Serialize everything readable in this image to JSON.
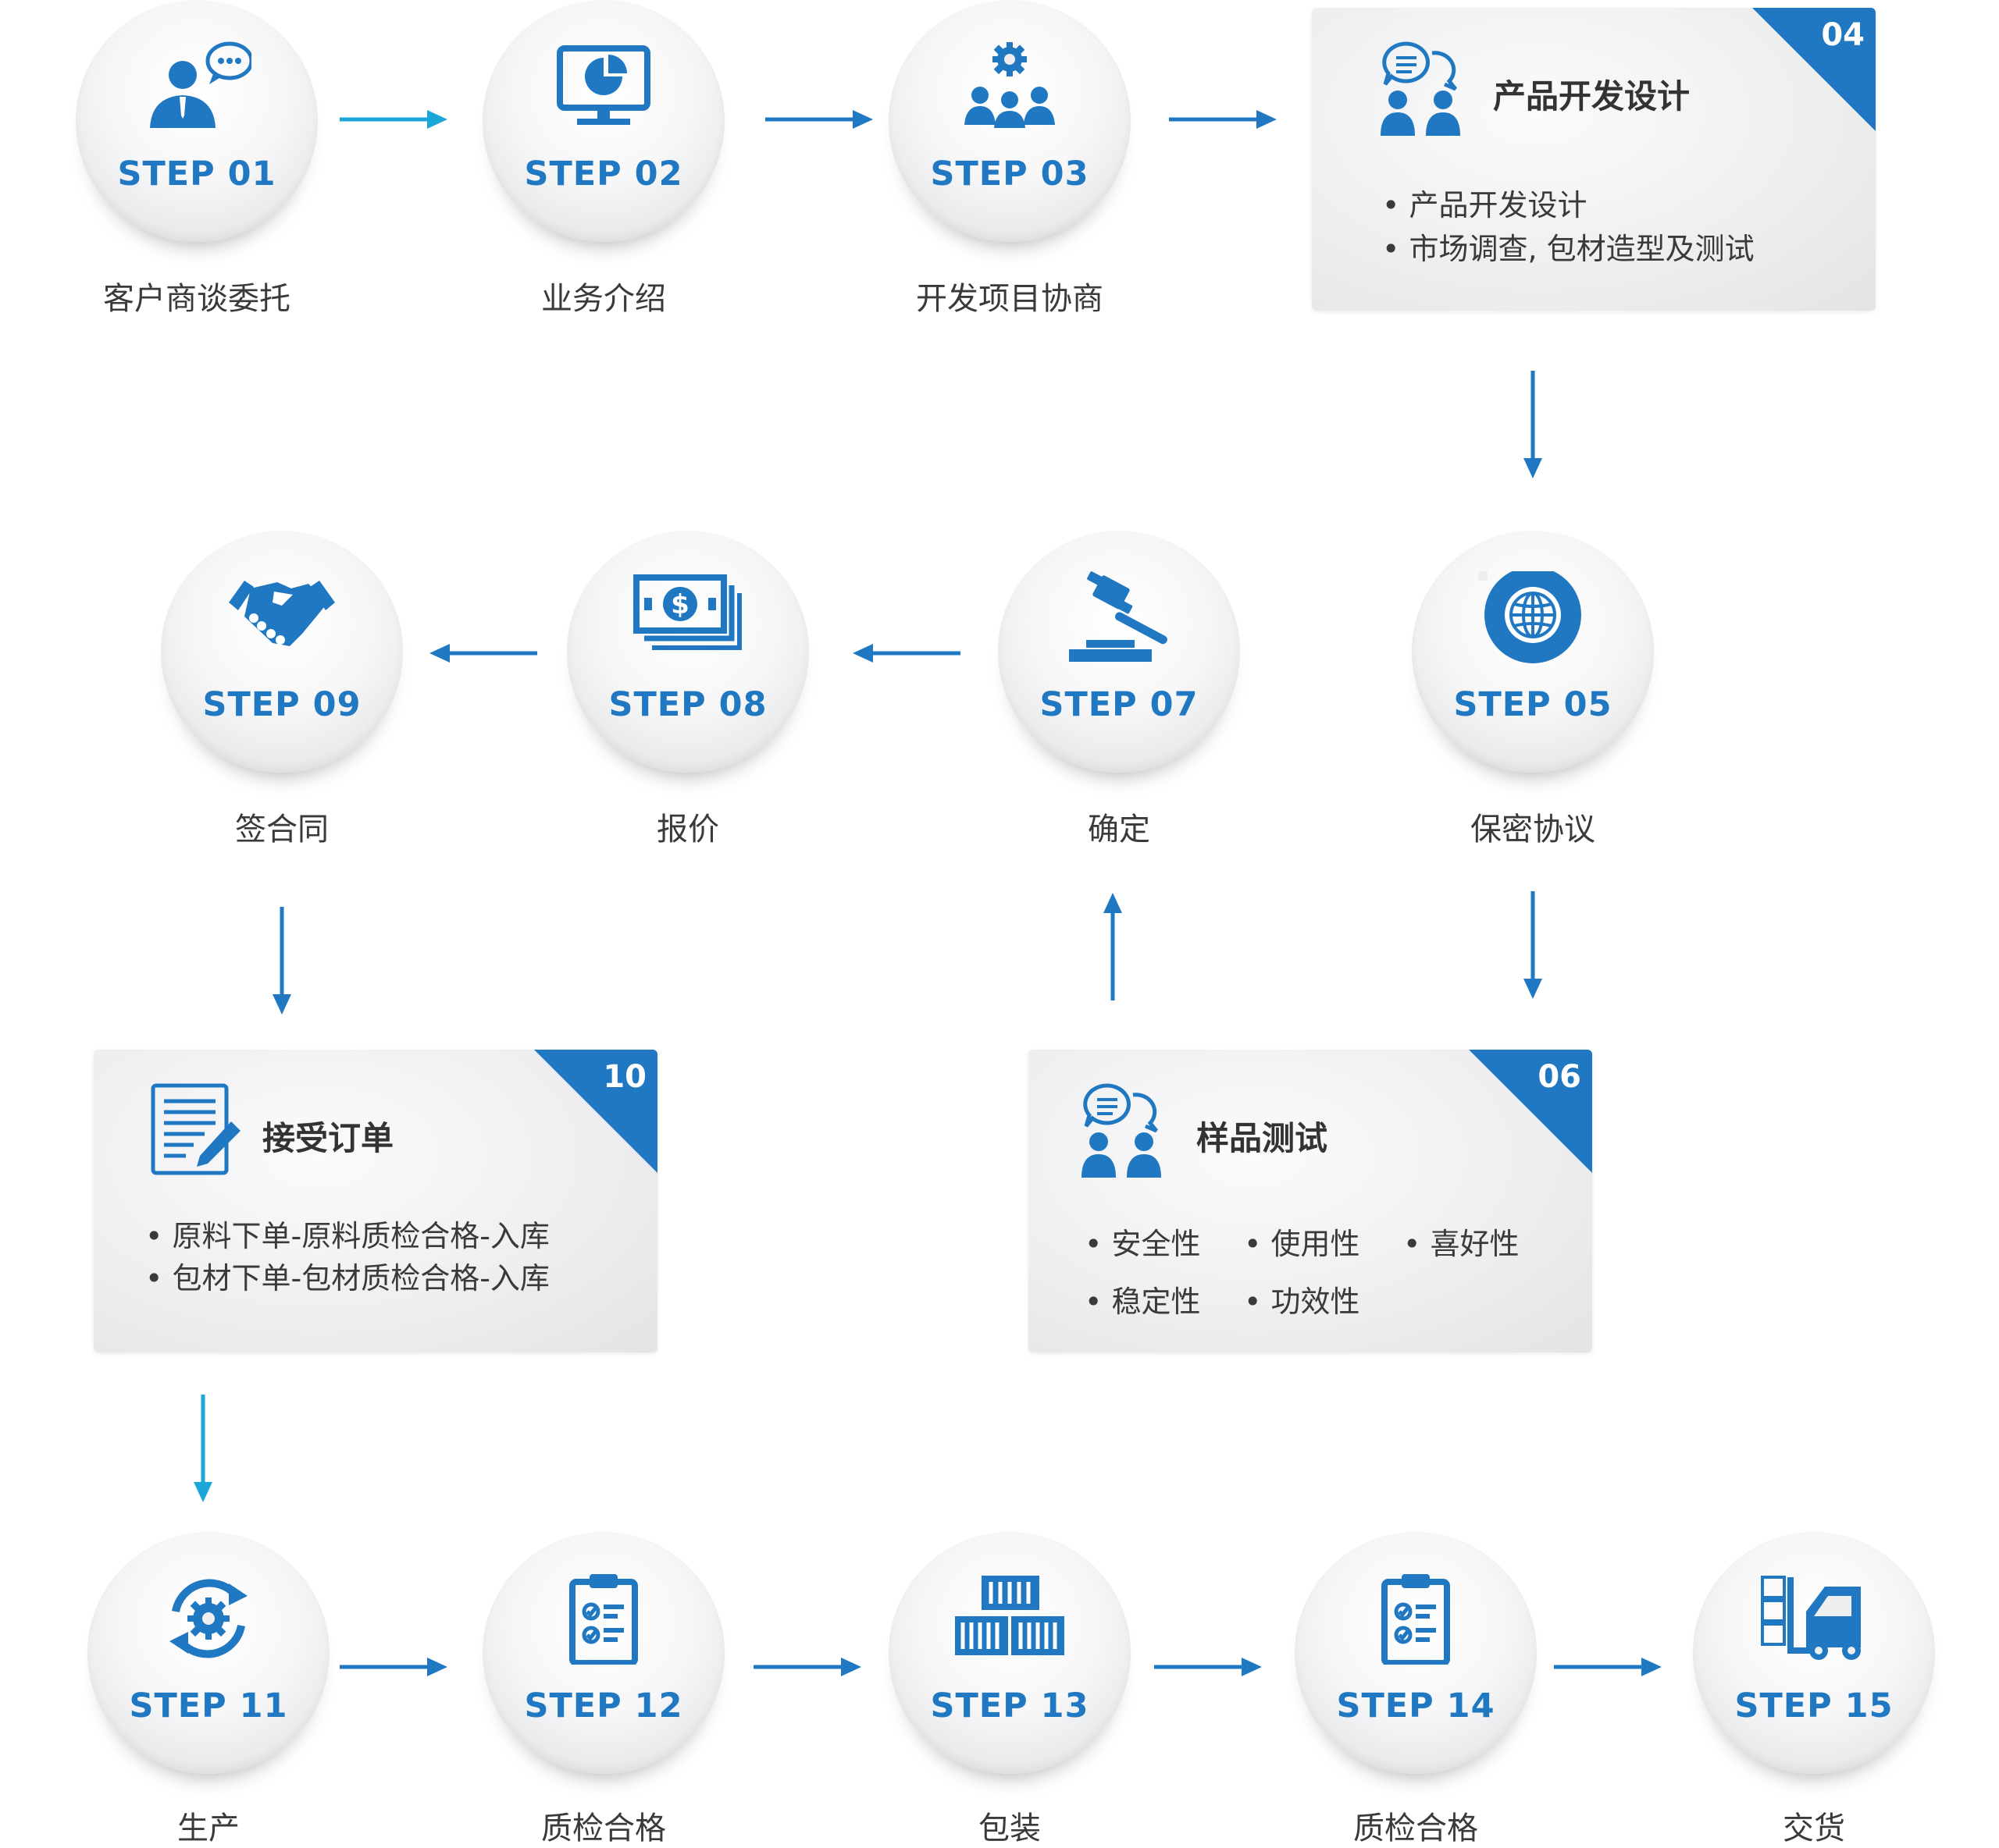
{
  "colors": {
    "accent": "#1f78c1",
    "cyan": "#1aa6d9",
    "text": "#3a3a3a"
  },
  "steps": {
    "s01": {
      "label": "STEP 01",
      "caption": "客户商谈委托",
      "icon": "customer-chat-icon"
    },
    "s02": {
      "label": "STEP 02",
      "caption": "业务介绍",
      "icon": "presentation-chart-icon"
    },
    "s03": {
      "label": "STEP 03",
      "caption": "开发项目协商",
      "icon": "team-gear-icon"
    },
    "s05": {
      "label": "STEP 05",
      "caption": "保密协议",
      "icon": "globe-gear-icon"
    },
    "s07": {
      "label": "STEP 07",
      "caption": "确定",
      "icon": "gavel-icon"
    },
    "s08": {
      "label": "STEP 08",
      "caption": "报价",
      "icon": "money-icon"
    },
    "s09": {
      "label": "STEP 09",
      "caption": "签合同",
      "icon": "handshake-icon"
    },
    "s11": {
      "label": "STEP 11",
      "caption": "生产",
      "icon": "cycle-gear-icon"
    },
    "s12": {
      "label": "STEP 12",
      "caption": "质检合格",
      "icon": "clipboard-check-icon"
    },
    "s13": {
      "label": "STEP 13",
      "caption": "包装",
      "icon": "containers-icon"
    },
    "s14": {
      "label": "STEP 14",
      "caption": "质检合格",
      "icon": "clipboard-check-icon"
    },
    "s15": {
      "label": "STEP 15",
      "caption": "交货",
      "icon": "forklift-icon"
    }
  },
  "cards": {
    "c04": {
      "number": "04",
      "title": "产品开发设计",
      "icon": "discussion-icon",
      "bullets": [
        "• 产品开发设计",
        "• 市场调查, 包材造型及测试"
      ]
    },
    "c06": {
      "number": "06",
      "title": "样品测试",
      "icon": "discussion-icon",
      "bullets": [
        "• 安全性",
        "• 使用性",
        "• 喜好性",
        "• 稳定性",
        "• 功效性"
      ]
    },
    "c10": {
      "number": "10",
      "title": "接受订单",
      "icon": "document-pen-icon",
      "bullets": [
        "• 原料下单-原料质检合格-入库",
        "• 包材下单-包材质检合格-入库"
      ]
    }
  }
}
